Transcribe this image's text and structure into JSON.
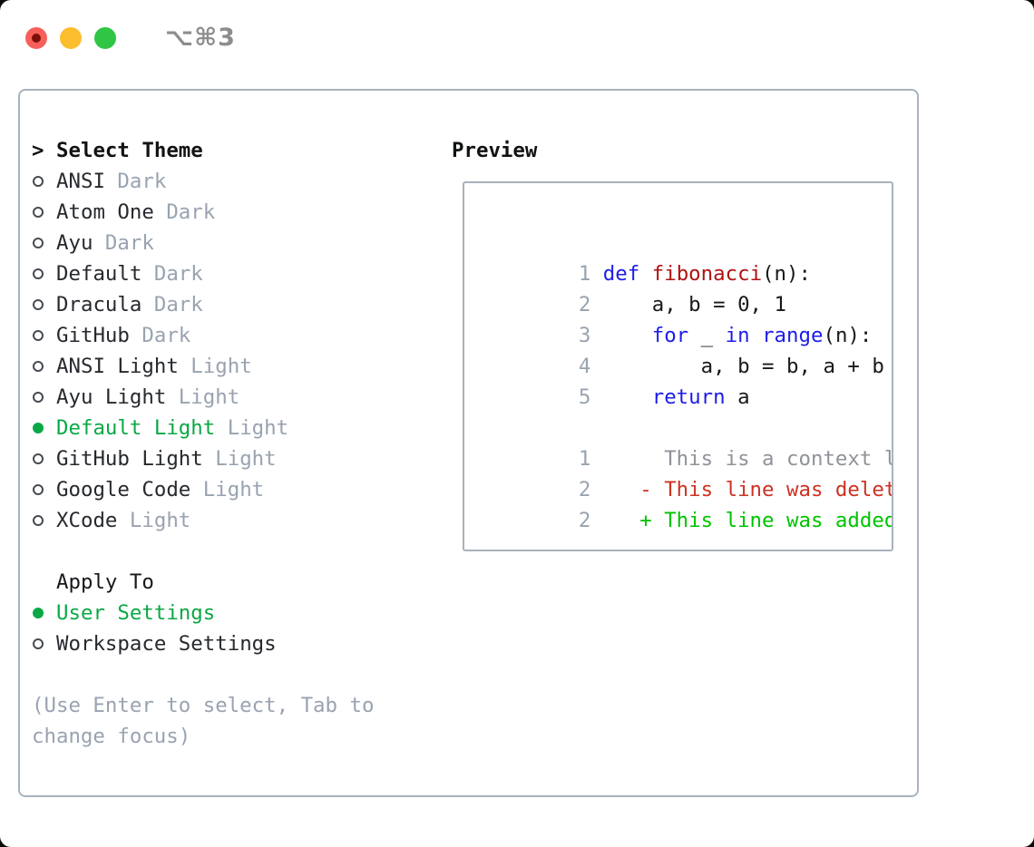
{
  "window": {
    "title": "⌥⌘3"
  },
  "colors": {
    "selection_green": "#0aa845",
    "added_green": "#00c300",
    "deleted_red": "#cc3223",
    "keyword_blue": "#1d1de8",
    "function_red": "#b01212",
    "muted_gray": "#99a3b0",
    "context_gray": "#8f9399",
    "panel_border_gray": "#a9b2bd",
    "traffic_red": "#f7605a",
    "traffic_yellow": "#fcbd2f",
    "traffic_green": "#31c546"
  },
  "theme_picker": {
    "prompt": ">",
    "heading": "Select Theme",
    "items": [
      {
        "name": "ANSI",
        "variant": "Dark",
        "state": "unselected"
      },
      {
        "name": "Atom One",
        "variant": "Dark",
        "state": "unselected"
      },
      {
        "name": "Ayu",
        "variant": "Dark",
        "state": "unselected"
      },
      {
        "name": "Default",
        "variant": "Dark",
        "state": "unselected"
      },
      {
        "name": "Dracula",
        "variant": "Dark",
        "state": "unselected"
      },
      {
        "name": "GitHub",
        "variant": "Dark",
        "state": "unselected"
      },
      {
        "name": "ANSI Light",
        "variant": "Light",
        "state": "unselected"
      },
      {
        "name": "Ayu Light",
        "variant": "Light",
        "state": "unselected"
      },
      {
        "name": "Default Light",
        "variant": "Light",
        "state": "selected"
      },
      {
        "name": "GitHub Light",
        "variant": "Light",
        "state": "unselected"
      },
      {
        "name": "Google Code",
        "variant": "Light",
        "state": "unselected"
      },
      {
        "name": "XCode",
        "variant": "Light",
        "state": "unselected"
      }
    ]
  },
  "apply_to": {
    "heading": "Apply To",
    "options": [
      {
        "label": "User Settings",
        "state": "selected"
      },
      {
        "label": "Workspace Settings",
        "state": "unselected"
      }
    ]
  },
  "hint_lines": [
    "(Use Enter to select, Tab to",
    "change focus)"
  ],
  "preview": {
    "heading": "Preview",
    "code_lines": [
      {
        "num": "1",
        "tokens": [
          {
            "text": "def",
            "color": "keyword"
          },
          {
            "text": " ",
            "color": "plain"
          },
          {
            "text": "fibonacci",
            "color": "function"
          },
          {
            "text": "(n):",
            "color": "plain"
          }
        ]
      },
      {
        "num": "2",
        "tokens": [
          {
            "text": "    a, b = 0, 1",
            "color": "plain"
          }
        ]
      },
      {
        "num": "3",
        "tokens": [
          {
            "text": "    ",
            "color": "plain"
          },
          {
            "text": "for",
            "color": "keyword"
          },
          {
            "text": " _ ",
            "color": "plain"
          },
          {
            "text": "in",
            "color": "keyword"
          },
          {
            "text": " ",
            "color": "plain"
          },
          {
            "text": "range",
            "color": "keyword"
          },
          {
            "text": "(n):",
            "color": "plain"
          }
        ]
      },
      {
        "num": "4",
        "tokens": [
          {
            "text": "        a, b = b, a + b",
            "color": "plain"
          }
        ]
      },
      {
        "num": "5",
        "tokens": [
          {
            "text": "    ",
            "color": "plain"
          },
          {
            "text": "return",
            "color": "keyword"
          },
          {
            "text": " a",
            "color": "plain"
          }
        ]
      }
    ],
    "diff_lines": [
      {
        "num": "1",
        "text": "     This is a context line.",
        "type": "context"
      },
      {
        "num": "2",
        "text": "   - This line was deleted.",
        "type": "deleted"
      },
      {
        "num": "2",
        "text": "   + This line was added.",
        "type": "added"
      }
    ]
  }
}
